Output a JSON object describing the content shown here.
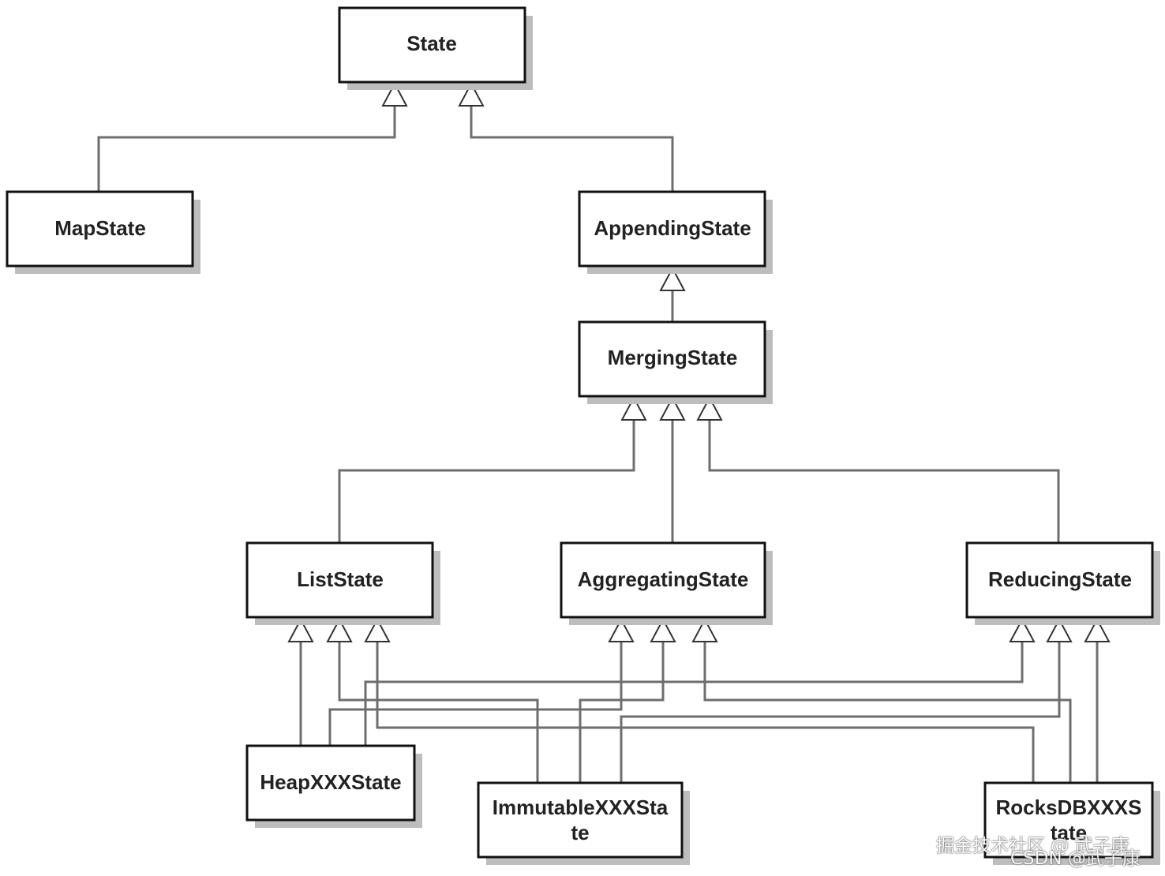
{
  "nodes": {
    "state": "State",
    "map_state": "MapState",
    "appending_state": "AppendingState",
    "merging_state": "MergingState",
    "list_state": "ListState",
    "aggregating_state": "AggregatingState",
    "reducing_state": "ReducingState",
    "heap_state": "HeapXXXState",
    "immutable_state_line1": "ImmutableXXXSta",
    "immutable_state_line2": "te",
    "rocksdb_state_line1": "RocksDBXXXS",
    "rocksdb_state_line2": "tate"
  },
  "watermarks": {
    "juejin": "掘金技术社区 @ 武子康",
    "csdn": "CSDN @武子康"
  },
  "colors": {
    "box_border": "#111111",
    "box_shadow": "#bdbdbd",
    "connector": "#6e6e6e",
    "text": "#222222"
  }
}
